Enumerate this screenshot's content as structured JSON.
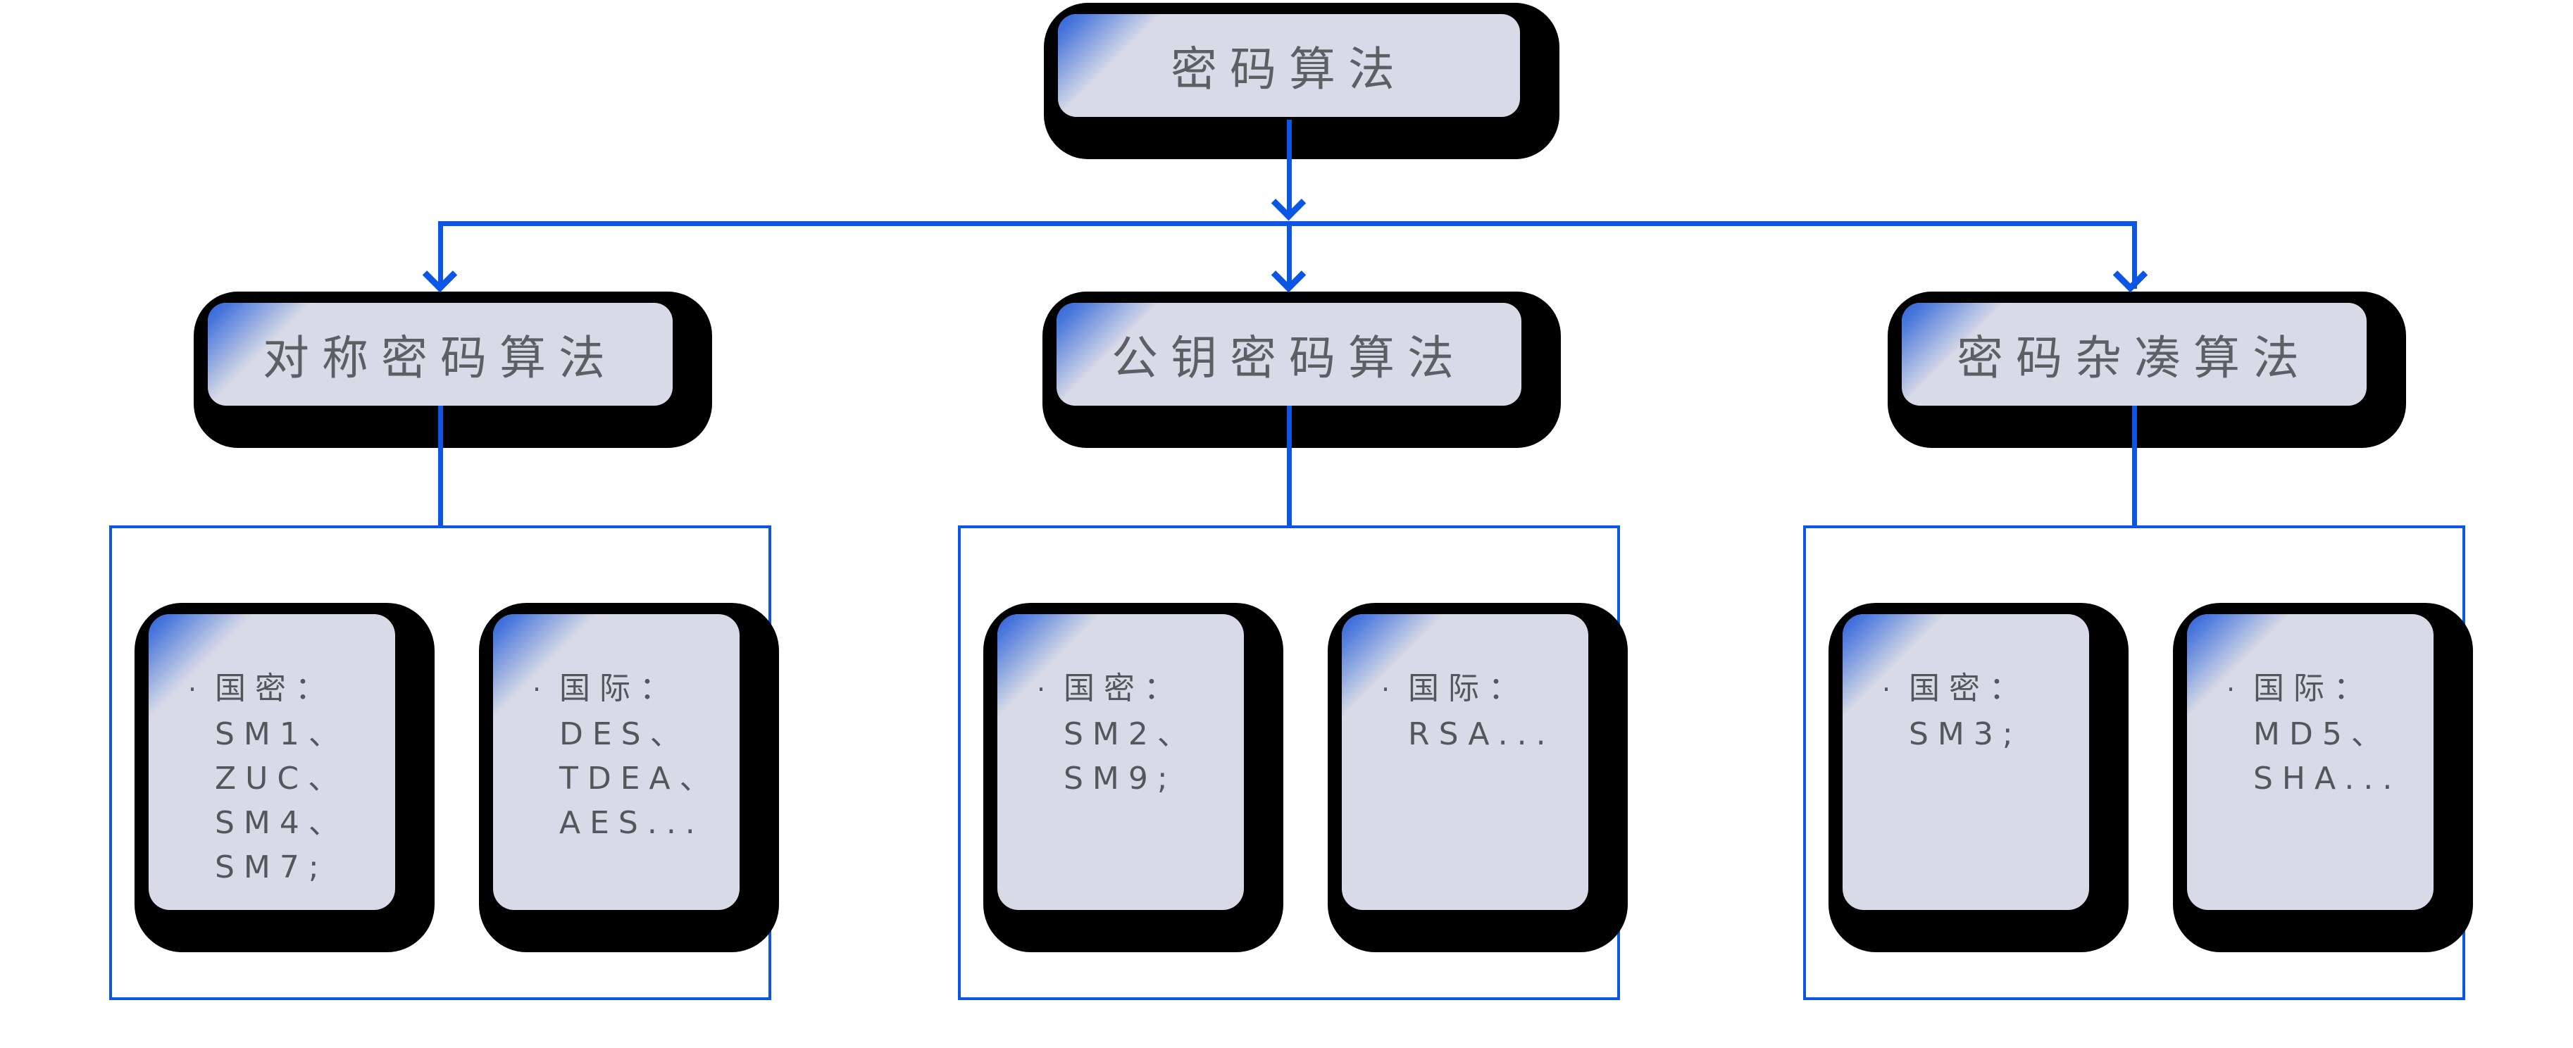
{
  "colors": {
    "connector_blue": "#0c56e6",
    "card_background": "#d8dbe7",
    "wedge_blue": "#2c60d7",
    "shadow_black": "#000000",
    "title_text": "#5d5f64",
    "card_text": "#54565c",
    "group_border": "#0c56e6"
  },
  "diagram": {
    "root": {
      "label": "密码算法"
    },
    "branches": [
      {
        "label": "对称密码算法",
        "cards": [
          {
            "bullet": "·",
            "heading": "国密：",
            "items": "SM1、\nZUC、\nSM4、\nSM7;"
          },
          {
            "bullet": "·",
            "heading": "国际：",
            "items": "DES、\nTDEA、\nAES..."
          }
        ]
      },
      {
        "label": "公钥密码算法",
        "cards": [
          {
            "bullet": "·",
            "heading": "国密：",
            "items": "SM2、\nSM9;"
          },
          {
            "bullet": "·",
            "heading": "国际：",
            "items": "RSA..."
          }
        ]
      },
      {
        "label": "密码杂凑算法",
        "cards": [
          {
            "bullet": "·",
            "heading": "国密：",
            "items": "SM3;"
          },
          {
            "bullet": "·",
            "heading": "国际：",
            "items": "MD5、\nSHA..."
          }
        ]
      }
    ]
  }
}
